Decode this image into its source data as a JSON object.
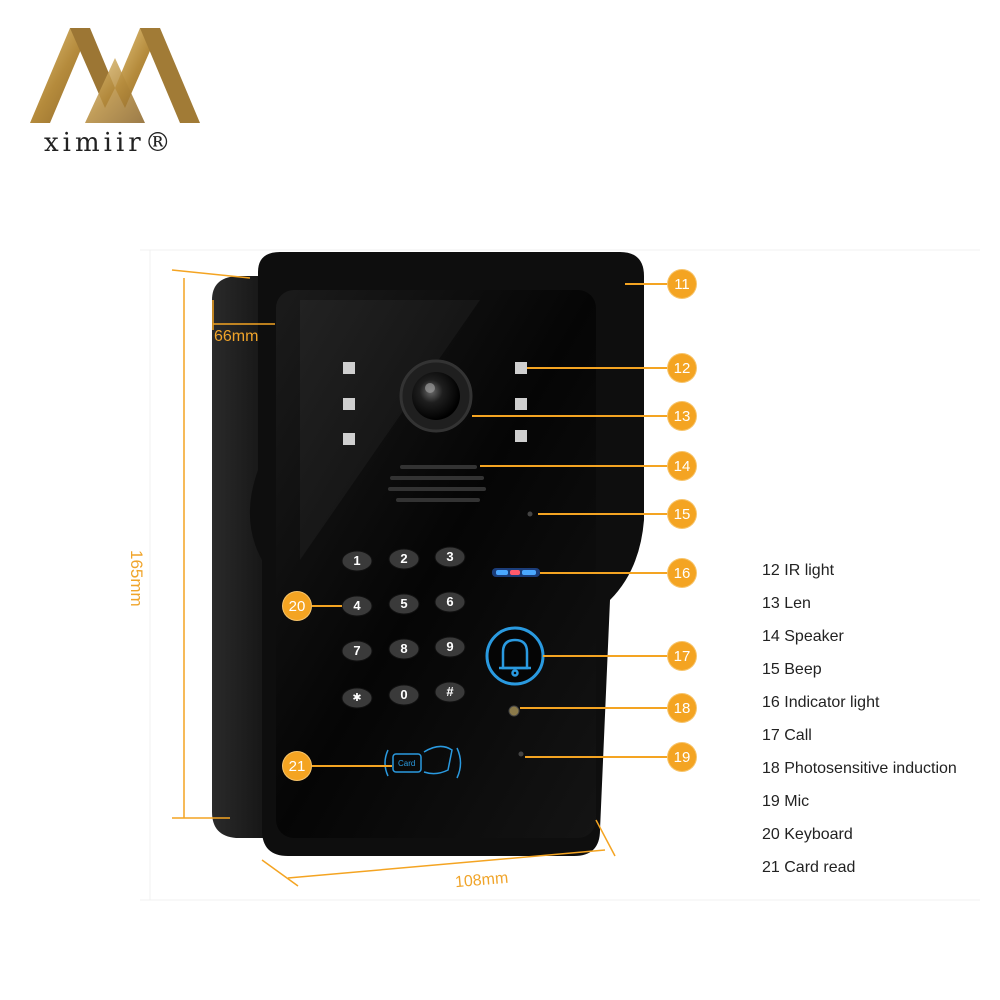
{
  "brand": {
    "name": "ximiir®",
    "gold": "#c8a35a"
  },
  "dimensions": {
    "depth": "66mm",
    "height": "165mm",
    "width": "108mm"
  },
  "keypad": {
    "keys": [
      "1",
      "2",
      "3",
      "4",
      "5",
      "6",
      "7",
      "8",
      "9",
      "✱",
      "0",
      "#"
    ]
  },
  "card_label": "Card",
  "callouts": [
    "11",
    "12",
    "13",
    "14",
    "15",
    "16",
    "17",
    "18",
    "19",
    "20",
    "21"
  ],
  "legend": [
    "12 IR light",
    "13 Len",
    "14 Speaker",
    "15 Beep",
    "16 Indicator light",
    "17 Call",
    "18 Photosensitive induction",
    "19 Mic",
    "20 Keyboard",
    "21 Card read"
  ],
  "colors": {
    "accent": "#f4a422",
    "bell_blue": "#2a9ae0",
    "body": "#111111"
  },
  "icons": [
    "bell-icon",
    "rfid-card-icon",
    "camera-lens-icon"
  ]
}
